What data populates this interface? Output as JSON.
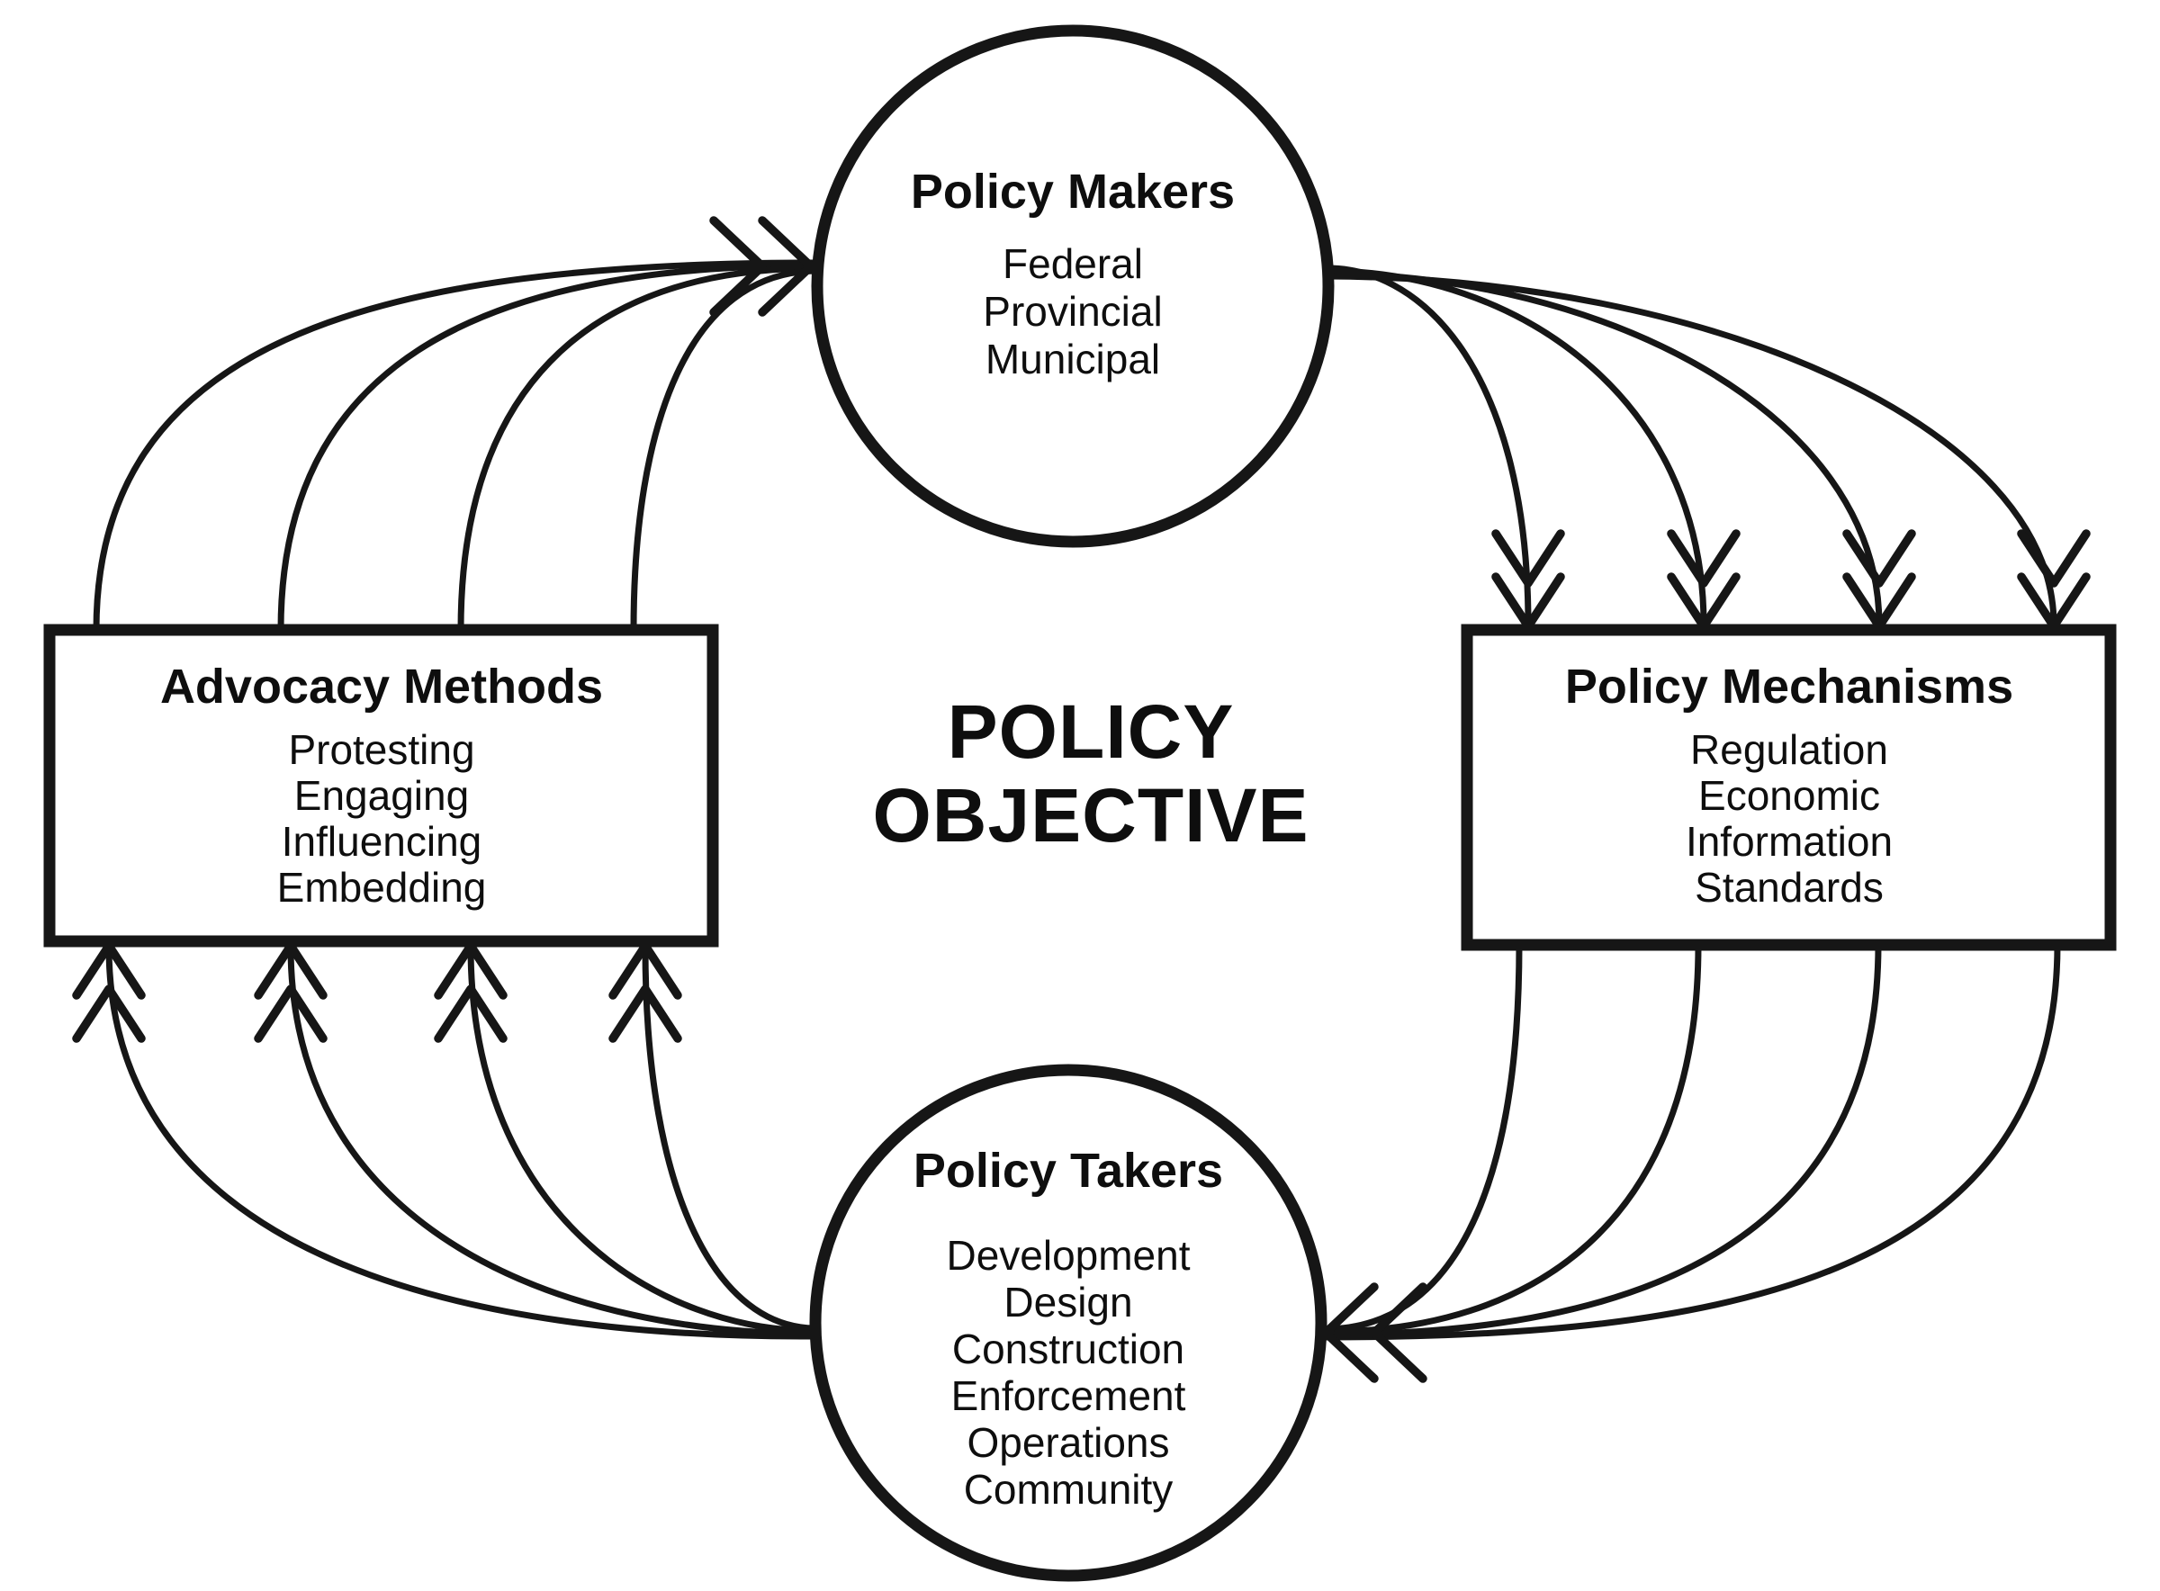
{
  "diagram": {
    "description": "Policy objective cycle diagram",
    "background_color": "#ffffff",
    "ink_color": "#161616",
    "center_label": {
      "line1": "POLICY",
      "line2": "OBJECTIVE"
    },
    "nodes": {
      "policy_makers": {
        "shape": "circle",
        "title": "Policy Makers",
        "items": [
          "Federal",
          "Provincial",
          "Municipal"
        ]
      },
      "policy_mechanisms": {
        "shape": "rectangle",
        "title": "Policy Mechanisms",
        "items": [
          "Regulation",
          "Economic",
          "Information",
          "Standards"
        ]
      },
      "policy_takers": {
        "shape": "circle",
        "title": "Policy Takers",
        "items": [
          "Development",
          "Design",
          "Construction",
          "Enforcement",
          "Operations",
          "Community"
        ]
      },
      "advocacy_methods": {
        "shape": "rectangle",
        "title": "Advocacy Methods",
        "items": [
          "Protesting",
          "Engaging",
          "Influencing",
          "Embedding"
        ]
      }
    },
    "flows": [
      {
        "from": "Advocacy Methods",
        "to": "Policy Makers",
        "lines": 4,
        "arrowhead": "double-chevron",
        "converges": true
      },
      {
        "from": "Policy Makers",
        "to": "Policy Mechanisms",
        "lines": 4,
        "arrowhead": "double-chevron",
        "converges": false
      },
      {
        "from": "Policy Mechanisms",
        "to": "Policy Takers",
        "lines": 4,
        "arrowhead": "double-chevron",
        "converges": true
      },
      {
        "from": "Policy Takers",
        "to": "Advocacy Methods",
        "lines": 4,
        "arrowhead": "double-chevron",
        "converges": false
      }
    ]
  }
}
